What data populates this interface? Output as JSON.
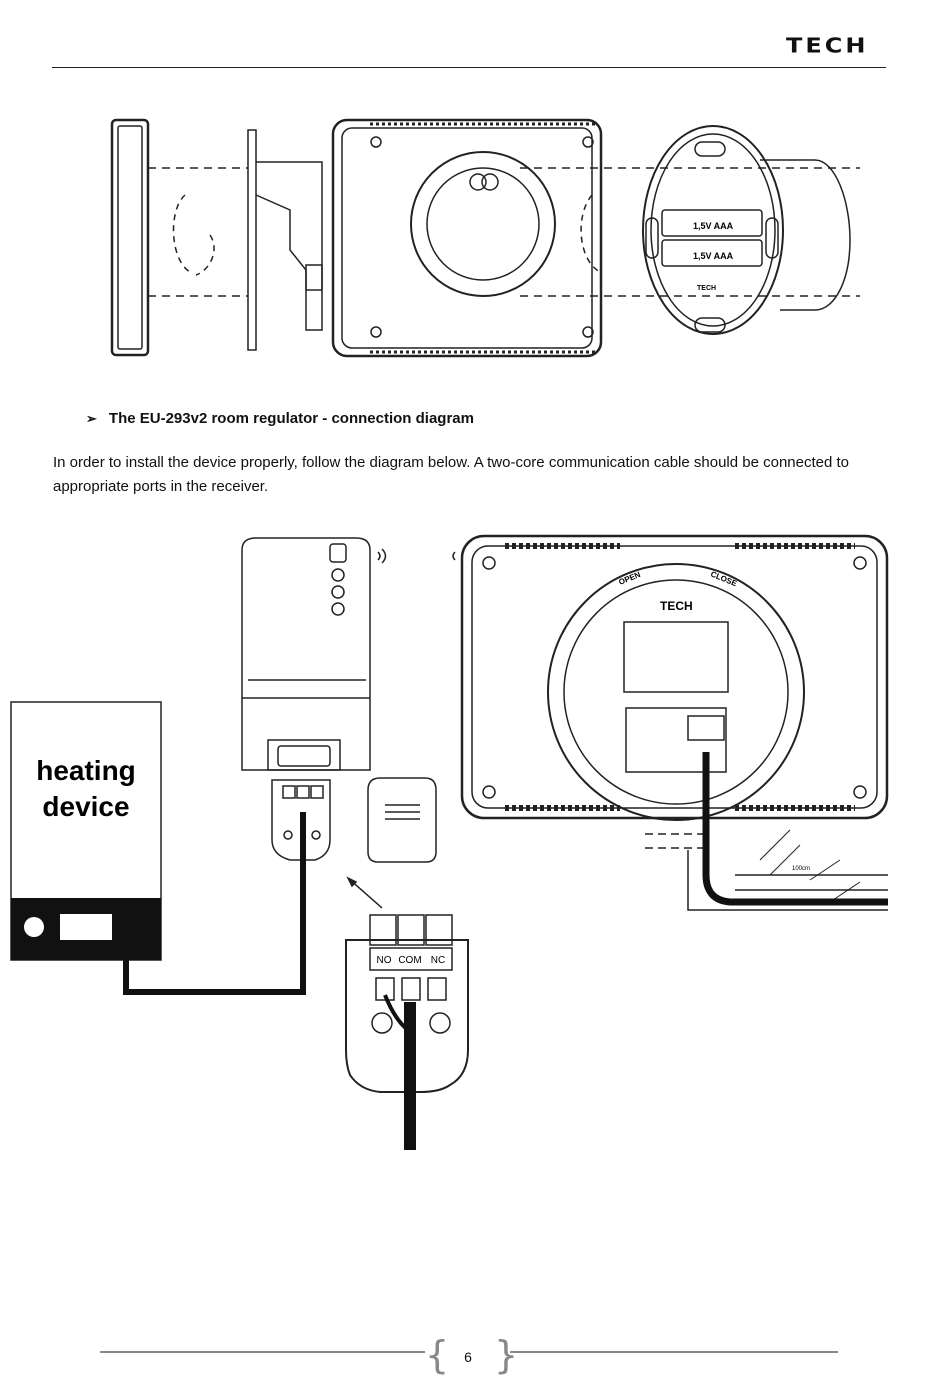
{
  "header": {
    "brand": "TECH"
  },
  "section": {
    "bullet": "➢",
    "heading": "The EU-293v2 room regulator - connection diagram",
    "paragraph": "In order to install the device properly, follow the diagram below. A two-core communication cable should be connected to appropriate ports in the receiver."
  },
  "figure_top": {
    "battery1": "1,5V AAA",
    "battery2": "1,5V AAA",
    "logo": "TECH"
  },
  "figure_bottom": {
    "heating_device_line1": "heating",
    "heating_device_line2": "device",
    "terminal_no": "NO",
    "terminal_com": "COM",
    "terminal_nc": "NC",
    "regulator_open": "OPEN",
    "regulator_close": "CLOSE",
    "regulator_logo": "TECH",
    "cable_length": "100cm"
  },
  "footer": {
    "page_number": "6"
  }
}
